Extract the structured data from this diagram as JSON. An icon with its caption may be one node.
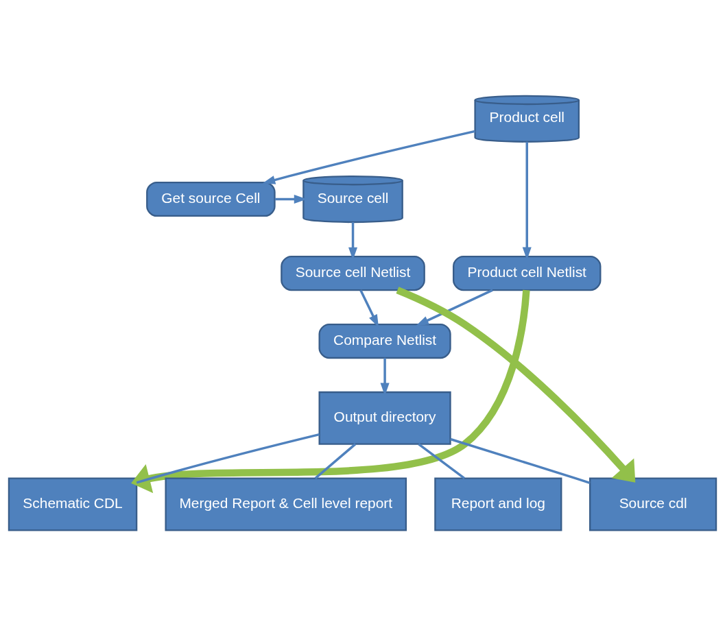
{
  "diagram": {
    "nodes": [
      {
        "text": [
          "Product cell"
        ]
      },
      {
        "text": [
          "Get source Cell"
        ]
      },
      {
        "text": [
          "Source cell"
        ]
      },
      {
        "text": [
          "Product cell Netlist"
        ]
      },
      {
        "text": [
          "Source cell Netlist"
        ]
      },
      {
        "text": [
          "Compare Netlist"
        ]
      },
      {
        "text": [
          "Output directory"
        ]
      },
      {
        "text": [
          "Schematic CDL"
        ]
      },
      {
        "text": [
          "Merged Report & Cell level report"
        ]
      },
      {
        "text": [
          "Report and log"
        ]
      },
      {
        "text": [
          "Source cdl"
        ]
      }
    ],
    "edges": [
      {
        "from": 0,
        "to": 1,
        "arrow": "to"
      },
      {
        "from": 1,
        "to": 2,
        "arrow": "to"
      },
      {
        "from": 0,
        "to": 3,
        "arrow": "to"
      },
      {
        "from": 2,
        "to": 4,
        "arrow": "to"
      },
      {
        "from": 3,
        "to": 5,
        "arrow": "to"
      },
      {
        "from": 4,
        "to": 5,
        "arrow": "to"
      },
      {
        "from": 5,
        "to": 6,
        "arrow": "to"
      },
      {
        "from": 6,
        "to": 7,
        "arrow": "none"
      },
      {
        "from": 6,
        "to": 8,
        "arrow": "none"
      },
      {
        "from": 6,
        "to": 9,
        "arrow": "none"
      },
      {
        "from": 6,
        "to": 10,
        "arrow": "none"
      },
      {
        "from": 3,
        "to": 7,
        "arrow": "to",
        "style": "thick",
        "color": "#92c04a"
      },
      {
        "from": 4,
        "to": 10,
        "arrow": "to",
        "style": "thick",
        "color": "#92c04a"
      }
    ]
  }
}
